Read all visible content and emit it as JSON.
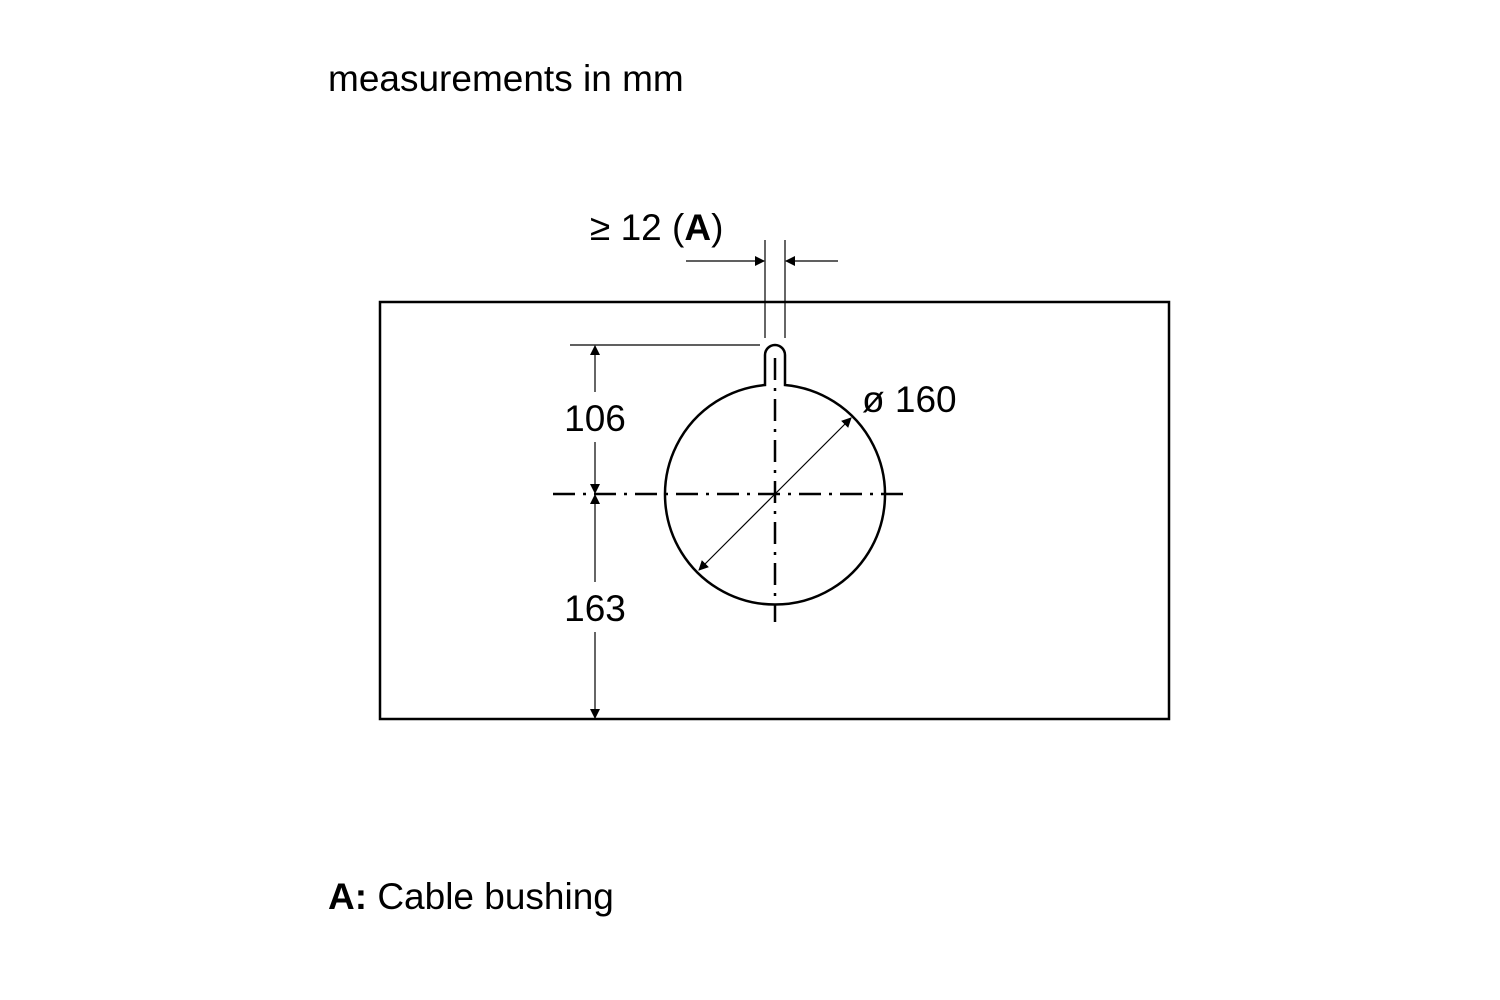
{
  "header": {
    "units_note": "measurements in mm"
  },
  "dimensions": {
    "clearance_prefix": "≥ 12 (",
    "clearance_ref": "A",
    "clearance_suffix": ")",
    "top_to_center": "106",
    "center_to_bottom": "163",
    "diameter": "ø 160"
  },
  "legend": {
    "key": "A:",
    "description": "Cable bushing"
  },
  "colors": {
    "line": "#000000",
    "background": "#ffffff"
  }
}
